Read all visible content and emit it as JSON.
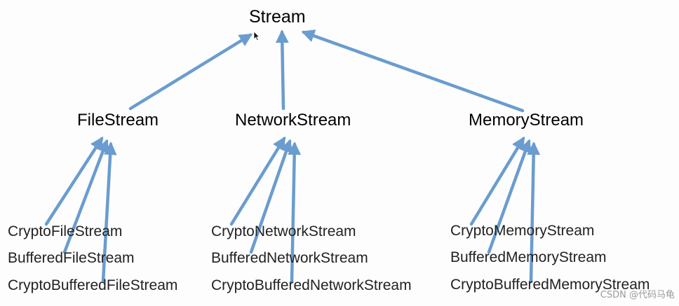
{
  "diagram": {
    "root": "Stream",
    "branches": [
      {
        "name": "FileStream",
        "children": [
          "CryptoFileStream",
          "BufferedFileStream",
          "CryptoBufferedFileStream"
        ]
      },
      {
        "name": "NetworkStream",
        "children": [
          "CryptoNetworkStream",
          "BufferedNetworkStream",
          "CryptoBufferedNetworkStream"
        ]
      },
      {
        "name": "MemoryStream",
        "children": [
          "CryptoMemoryStream",
          "BufferedMemoryStream",
          "CryptoBufferedMemoryStream"
        ]
      }
    ],
    "arrow_color": "#6A9CCF"
  },
  "watermark": "CSDN @代码马龟"
}
